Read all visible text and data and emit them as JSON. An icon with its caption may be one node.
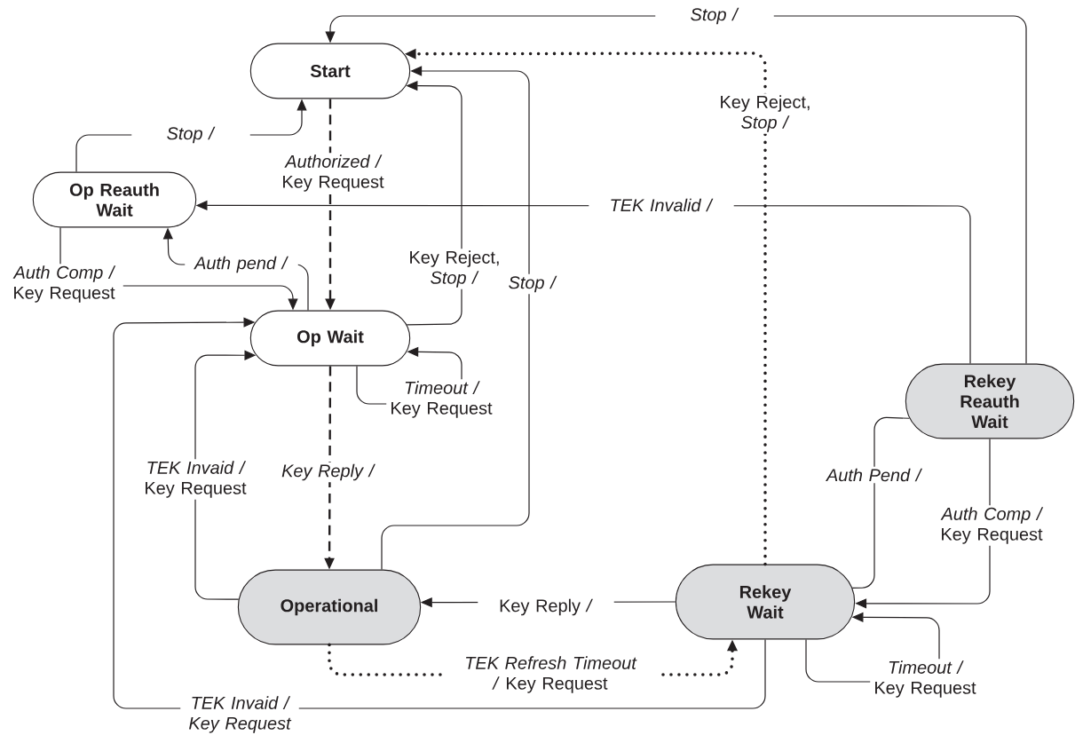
{
  "diagram": {
    "nodes": [
      {
        "text": [
          "Start"
        ]
      },
      {
        "text": [
          "Op Reauth Wait"
        ]
      },
      {
        "text": [
          "Op Wait"
        ]
      },
      {
        "text": [
          "Operational"
        ]
      },
      {
        "text": [
          "Rekey Wait"
        ]
      },
      {
        "text": [
          "Rekey Reauth Wait"
        ]
      }
    ],
    "edges": [
      {
        "from": 5,
        "to": 0,
        "arrow": "to",
        "label": "*Stop /*"
      },
      {
        "from": 4,
        "to": 0,
        "arrow": "to",
        "label": "Key Reject, *Stop /*",
        "style": "dashed"
      },
      {
        "from": 3,
        "to": 0,
        "arrow": "to",
        "label": "*Stop /*"
      },
      {
        "from": 2,
        "to": 0,
        "arrow": "to",
        "label": "Key Reject, *Stop /*"
      },
      {
        "from": 1,
        "to": 0,
        "arrow": "to",
        "label": "*Stop /*"
      },
      {
        "from": 0,
        "to": 2,
        "arrow": "to",
        "label": "*Authorized /* Key Request",
        "style": "dashed"
      },
      {
        "from": 5,
        "to": 1,
        "arrow": "to",
        "label": "*TEK Invalid /*"
      },
      {
        "from": 2,
        "to": 1,
        "arrow": "to",
        "label": "*Auth pend /*"
      },
      {
        "from": 1,
        "to": 2,
        "arrow": "to",
        "label": "*Auth Comp /* Key Request"
      },
      {
        "from": 2,
        "to": 3,
        "arrow": "to",
        "label": "*Key Reply /*",
        "style": "dashed"
      },
      {
        "from": 3,
        "to": 2,
        "arrow": "to",
        "label": "*TEK Invaid /* Key Request"
      },
      {
        "from": 4,
        "to": 2,
        "arrow": "to",
        "label": "TEK Invaid / Key Request"
      },
      {
        "from": 2,
        "to": 2,
        "arrow": "to",
        "label": "*Timeout /* Key Request"
      },
      {
        "from": 4,
        "to": 3,
        "arrow": "to",
        "label": "Key Reply */*"
      },
      {
        "from": 3,
        "to": 4,
        "arrow": "to",
        "label": "*TEK Refresh Timeout /* Key Request",
        "style": "dashed"
      },
      {
        "from": 4,
        "to": 5,
        "arrow": "none",
        "label": "*Auth Pend /*"
      },
      {
        "from": 5,
        "to": 4,
        "arrow": "to",
        "label": "*Auth Comp /* Key Request"
      },
      {
        "from": 4,
        "to": 4,
        "arrow": "to",
        "label": "*Timeout /* Key Request"
      }
    ]
  }
}
